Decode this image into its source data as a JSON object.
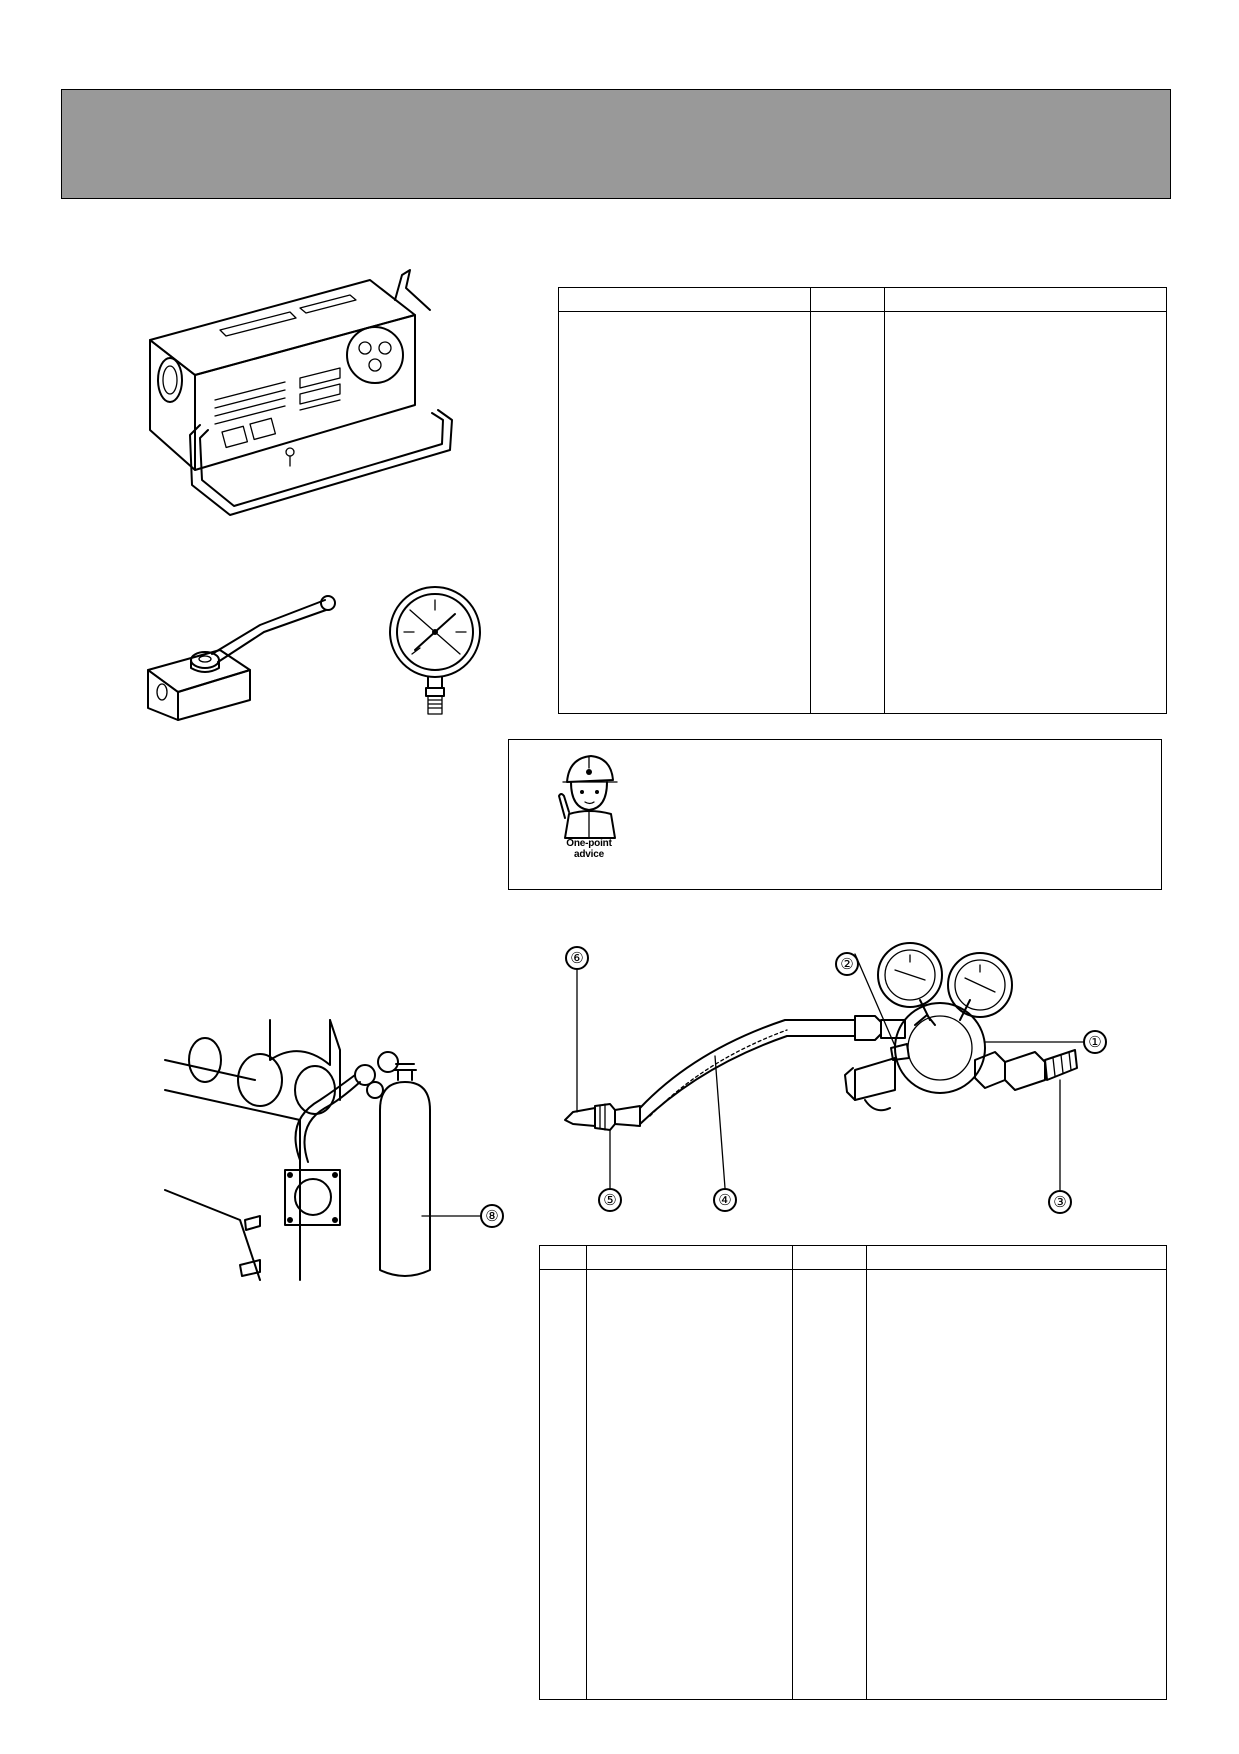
{
  "header": {
    "title": ""
  },
  "advice": {
    "badge_line1": "One-point",
    "badge_line2": "advice"
  },
  "top_table": {
    "rows": 1,
    "cols": 3
  },
  "bottom_table": {
    "rows": 1,
    "cols": 4
  },
  "callouts": {
    "c1": "①",
    "c2": "②",
    "c3": "③",
    "c4": "④",
    "c5": "⑤",
    "c6": "⑥",
    "c8": "⑧"
  }
}
